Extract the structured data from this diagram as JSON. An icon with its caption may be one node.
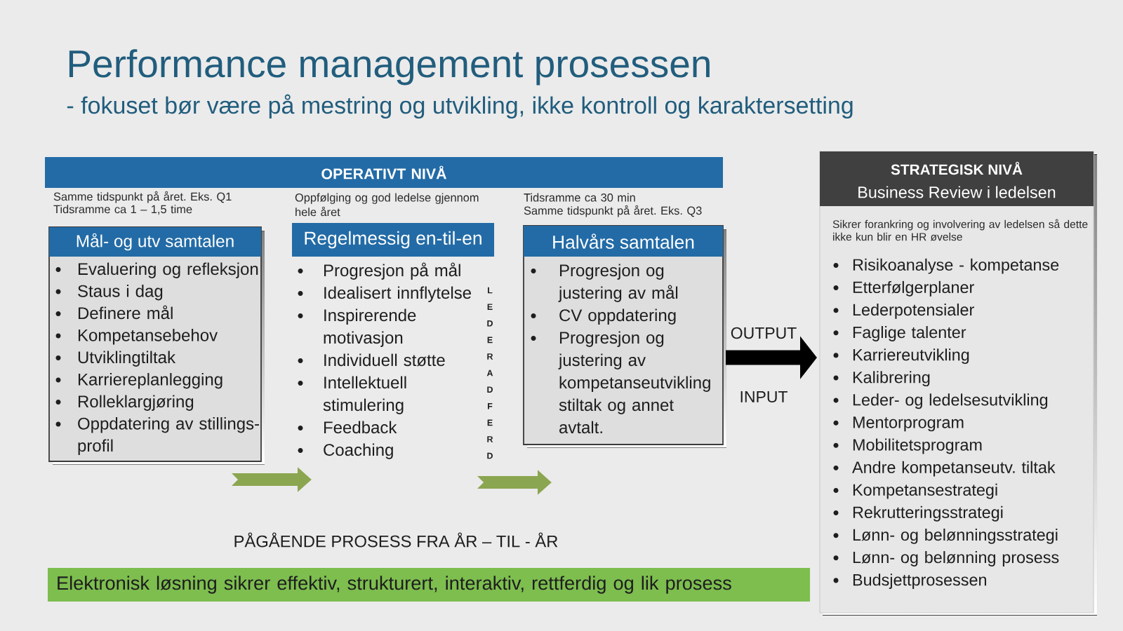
{
  "diagram": {
    "title": "Performance management prosessen",
    "nodes": [
      {
        "text": [
          "OPERATIVT NIVÅ"
        ]
      },
      {
        "text": [
          "Mål- og utv samtalen",
          "Evaluering og refleksjon",
          "Staus i dag",
          "Definere mål",
          "Kompetansebehov",
          "Utviklingtiltak",
          "Karriereplanlegging",
          "Rolleklargjøring",
          "Oppdatering av stillings-profil"
        ],
        "beside": [
          "Samme tidspunkt på året. Eks. Q1",
          "Tidsramme ca 1 – 1,5 time"
        ]
      },
      {
        "text": [
          "Regelmessig en-til-en",
          "Progresjon på mål",
          "Idealisert innflytelse",
          "Inspirerende motivasjon",
          "Individuell støtte",
          "Intellektuell stimulering",
          "Feedback",
          "Coaching"
        ],
        "beside": [
          "Oppfølging og god ledelse gjennom hele året"
        ]
      },
      {
        "text": [
          "Halvårs samtalen",
          "Progresjon og justering av mål",
          "CV oppdatering",
          "Progresjon og justering av kompetanseutvikling stiltak og annet avtalt."
        ],
        "beside": [
          "Tidsramme ca 30 min",
          "Samme tidspunkt på året. Eks. Q3"
        ]
      },
      {
        "text": [
          "STRATEGISK NIVÅ",
          "Business Review i ledelsen",
          "Sikrer forankring og involvering av ledelsen så dette ikke kun blir en HR øvelse",
          "Risikoanalyse - kompetanse",
          "Etterfølgerplaner",
          "Lederpotensialer",
          "Faglige talenter",
          "Karriereutvikling",
          "Kalibrering",
          "Leder- og ledelsesutvikling",
          "Mentorprogram",
          "Mobilitetsprogram",
          "Andre kompetanseutv. tiltak",
          "Kompetansestrategi",
          "Rekrutteringsstrategi",
          "Lønn- og belønningsstrategi",
          "Lønn- og belønning prosess",
          "Budsjettprosessen"
        ]
      },
      {
        "text": [
          "Elektronisk løsning sikrer effektiv, strukturert, interaktiv, rettferdig og lik prosess"
        ]
      }
    ],
    "edges": [
      {
        "from": 1,
        "to": 2,
        "arrow": "to"
      },
      {
        "from": 2,
        "to": 3,
        "arrow": "to"
      },
      {
        "from": 3,
        "to": 4,
        "arrow": "to",
        "color": "#000000"
      }
    ],
    "labels": [
      "- fokuset bør være på mestring og utvikling, ikke kontroll og karaktersetting",
      "LEDERADFERD",
      "OUTPUT",
      "INPUT",
      "PÅGÅENDE PROSESS FRA ÅR – TIL - ÅR"
    ]
  }
}
